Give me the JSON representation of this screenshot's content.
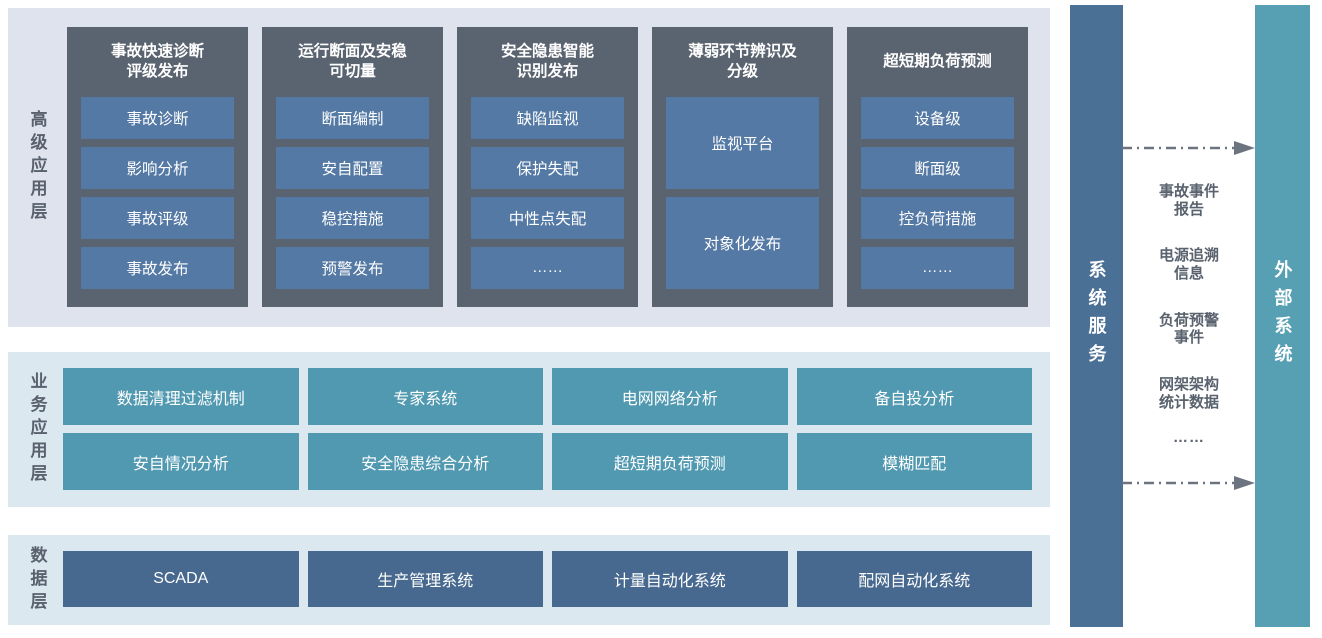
{
  "layers": {
    "advanced": {
      "label": "高级应用层",
      "columns": [
        {
          "title": "事故快速诊断\n评级发布",
          "items": [
            "事故诊断",
            "影响分析",
            "事故评级",
            "事故发布"
          ]
        },
        {
          "title": "运行断面及安稳\n可切量",
          "items": [
            "断面编制",
            "安自配置",
            "稳控措施",
            "预警发布"
          ]
        },
        {
          "title": "安全隐患智能\n识别发布",
          "items": [
            "缺陷监视",
            "保护失配",
            "中性点失配",
            "……"
          ]
        },
        {
          "title": "薄弱环节辨识及\n分级",
          "items": [
            "监视平台",
            "对象化发布"
          ]
        },
        {
          "title": "超短期负荷预测",
          "items": [
            "设备级",
            "断面级",
            "控负荷措施",
            "……"
          ]
        }
      ]
    },
    "business": {
      "label": "业务应用层",
      "rows": [
        [
          "数据清理过滤机制",
          "专家系统",
          "电网网络分析",
          "备自投分析"
        ],
        [
          "安自情况分析",
          "安全隐患综合分析",
          "超短期负荷预测",
          "模糊匹配"
        ]
      ]
    },
    "data": {
      "label": "数据层",
      "items": [
        "SCADA",
        "生产管理系统",
        "计量自动化系统",
        "配网自动化系统"
      ]
    }
  },
  "system_service_bar": {
    "label": "系统服务"
  },
  "external_system_bar": {
    "label": "外部系统"
  },
  "exchange": {
    "items": [
      "事故事件\n报告",
      "电源追溯\n信息",
      "负荷预警\n事件",
      "网架架构\n统计数据"
    ],
    "ellipsis": "……"
  },
  "colors": {
    "panel_top_bg": "#dfe3ed",
    "panel_light_bg": "#dbe8f0",
    "column_bg": "#5a6370",
    "item_blue": "#5479a4",
    "business_teal": "#5199b1",
    "data_blue": "#48698f",
    "service_bar": "#4a7095",
    "external_bar": "#57a0b4",
    "label_text": "#59616e",
    "arrow": "#6c7480"
  }
}
